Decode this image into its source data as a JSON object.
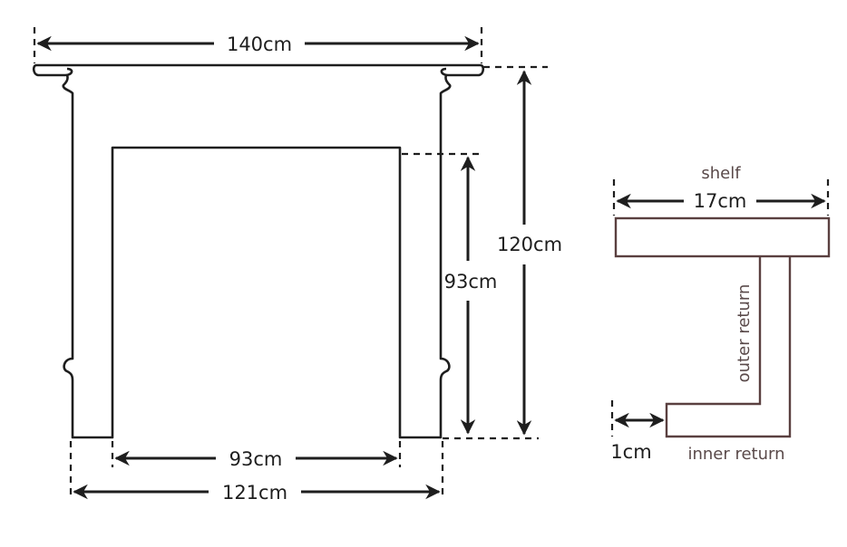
{
  "front_view": {
    "width_top": "140cm",
    "height_total": "120cm",
    "opening_height": "93cm",
    "opening_width": "93cm",
    "width_base": "121cm"
  },
  "side_view": {
    "shelf_label": "shelf",
    "shelf_depth": "17cm",
    "outer_return_label": "outer return",
    "inner_return_label": "inner return",
    "return_offset": "1cm"
  }
}
